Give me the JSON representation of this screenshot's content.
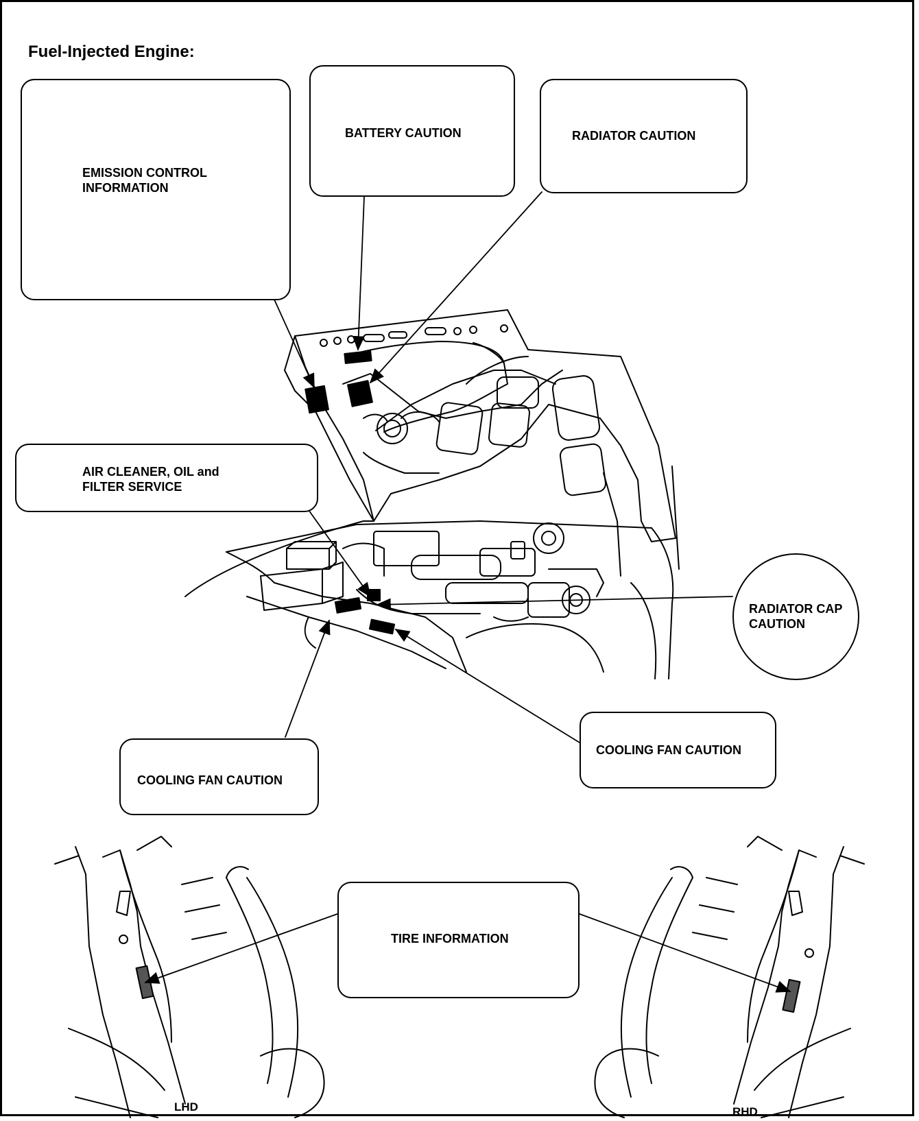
{
  "heading": "Fuel-Injected Engine:",
  "labels": {
    "emission_control": "EMISSION CONTROL\nINFORMATION",
    "battery_caution": "BATTERY CAUTION",
    "radiator_caution": "RADIATOR CAUTION",
    "air_cleaner": "AIR CLEANER, OIL and\nFILTER SERVICE",
    "radiator_cap_caution": "RADIATOR CAP\nCAUTION",
    "cooling_fan_caution_right": "COOLING FAN CAUTION",
    "cooling_fan_caution_left": "COOLING FAN CAUTION",
    "tire_information": "TIRE INFORMATION"
  },
  "views": {
    "lhd": "LHD",
    "rhd": "RHD"
  }
}
